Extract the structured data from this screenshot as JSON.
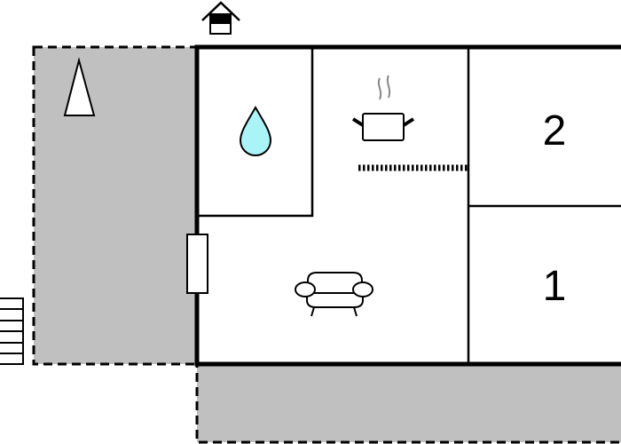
{
  "floorplan": {
    "rooms": [
      {
        "name": "bathroom",
        "icon": "water-drop-icon"
      },
      {
        "name": "kitchen",
        "icon": "cooking-pot-icon"
      },
      {
        "name": "living-room",
        "icon": "sofa-icon"
      },
      {
        "name": "bedroom",
        "label": "2"
      },
      {
        "name": "bedroom",
        "label": "1"
      }
    ],
    "icons": [
      "entrance-house-icon",
      "north-arrow-icon",
      "stairs-icon",
      "door-icon",
      "counter-icon"
    ],
    "colors": {
      "terrace": "#c0c0c0",
      "wall": "#000000",
      "water": "#aaf4f8",
      "steam": "#888888"
    }
  }
}
